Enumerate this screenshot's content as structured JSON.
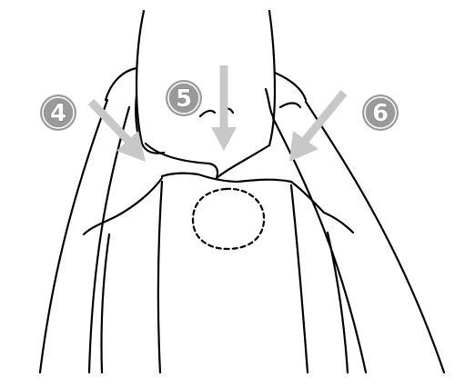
{
  "steps": [
    {
      "label": "4",
      "icon": "circled-number-4-icon"
    },
    {
      "label": "5",
      "icon": "circled-number-5-icon"
    },
    {
      "label": "6",
      "icon": "circled-number-6-icon"
    }
  ],
  "colors": {
    "badge_fill": "#9a9a9a",
    "arrow_fill": "#c8c8c8",
    "outline": "#000000",
    "background": "#ffffff"
  }
}
